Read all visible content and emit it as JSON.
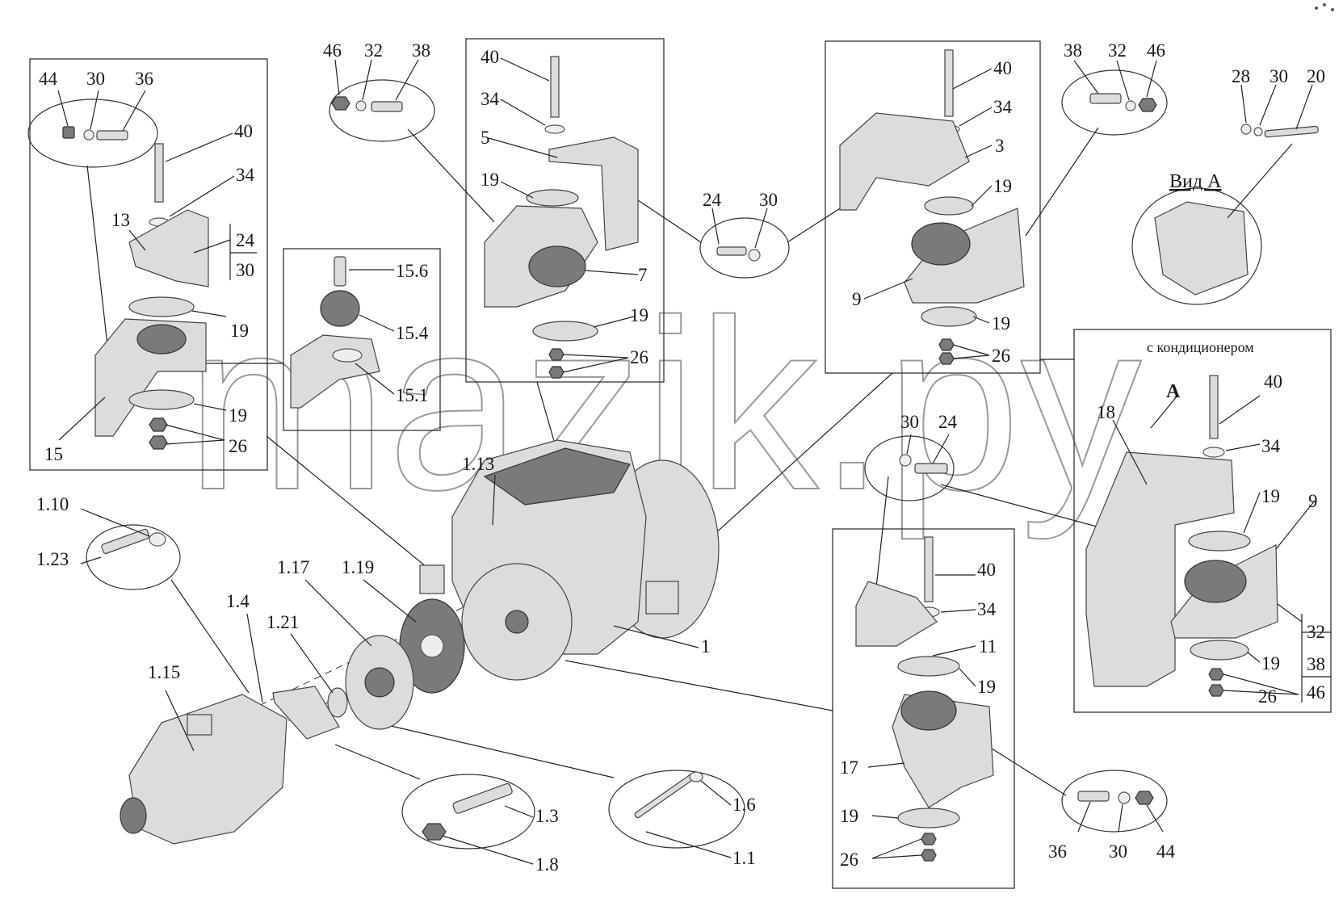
{
  "watermark": "mazik.py",
  "view_caption": "Вид А",
  "ac_caption": "с кондиционером",
  "arrow_label": "А",
  "labels": {
    "tl_44": "44",
    "tl_30": "30",
    "tl_36": "36",
    "tl_40": "40",
    "tl_34": "34",
    "tl_13": "13",
    "tl_24": "24",
    "tl_30b": "30",
    "tl_19a": "19",
    "tl_15": "15",
    "tl_19b": "19",
    "tl_26": "26",
    "t156": "15.6",
    "t154": "15.4",
    "t151": "15.1",
    "tc_46": "46",
    "tc_32": "32",
    "tc_38": "38",
    "mc_40": "40",
    "mc_34": "34",
    "mc_5": "5",
    "mc_19a": "19",
    "mc_7": "7",
    "mc_19b": "19",
    "mc_26": "26",
    "m_24": "24",
    "m_30": "30",
    "rc_40": "40",
    "rc_34": "34",
    "rc_3": "3",
    "rc_19a": "19",
    "rc_9": "9",
    "rc_19b": "19",
    "rc_26": "26",
    "tr_38": "38",
    "tr_32": "32",
    "tr_46": "46",
    "fr_28": "28",
    "fr_30": "30",
    "fr_20": "20",
    "ac_40": "40",
    "ac_18": "18",
    "ac_34": "34",
    "ac_19a": "19",
    "ac_9": "9",
    "ac_32": "32",
    "ac_38": "38",
    "ac_19b": "19",
    "ac_46": "46",
    "ac_26": "26",
    "br_30": "30",
    "br_24": "24",
    "br_40": "40",
    "br_34": "34",
    "br_11": "11",
    "br_19a": "19",
    "br_17": "17",
    "br_19b": "19",
    "br_26": "26",
    "bb_36": "36",
    "bb_30": "30",
    "bb_44": "44",
    "e_113": "1.13",
    "e_1": "1",
    "g_110": "1.10",
    "g_123": "1.23",
    "g_14": "1.4",
    "g_117": "1.17",
    "g_119": "1.19",
    "g_121": "1.21",
    "g_115": "1.15",
    "g_13": "1.3",
    "g_18": "1.8",
    "g_16": "1.6",
    "g_11": "1.1"
  }
}
